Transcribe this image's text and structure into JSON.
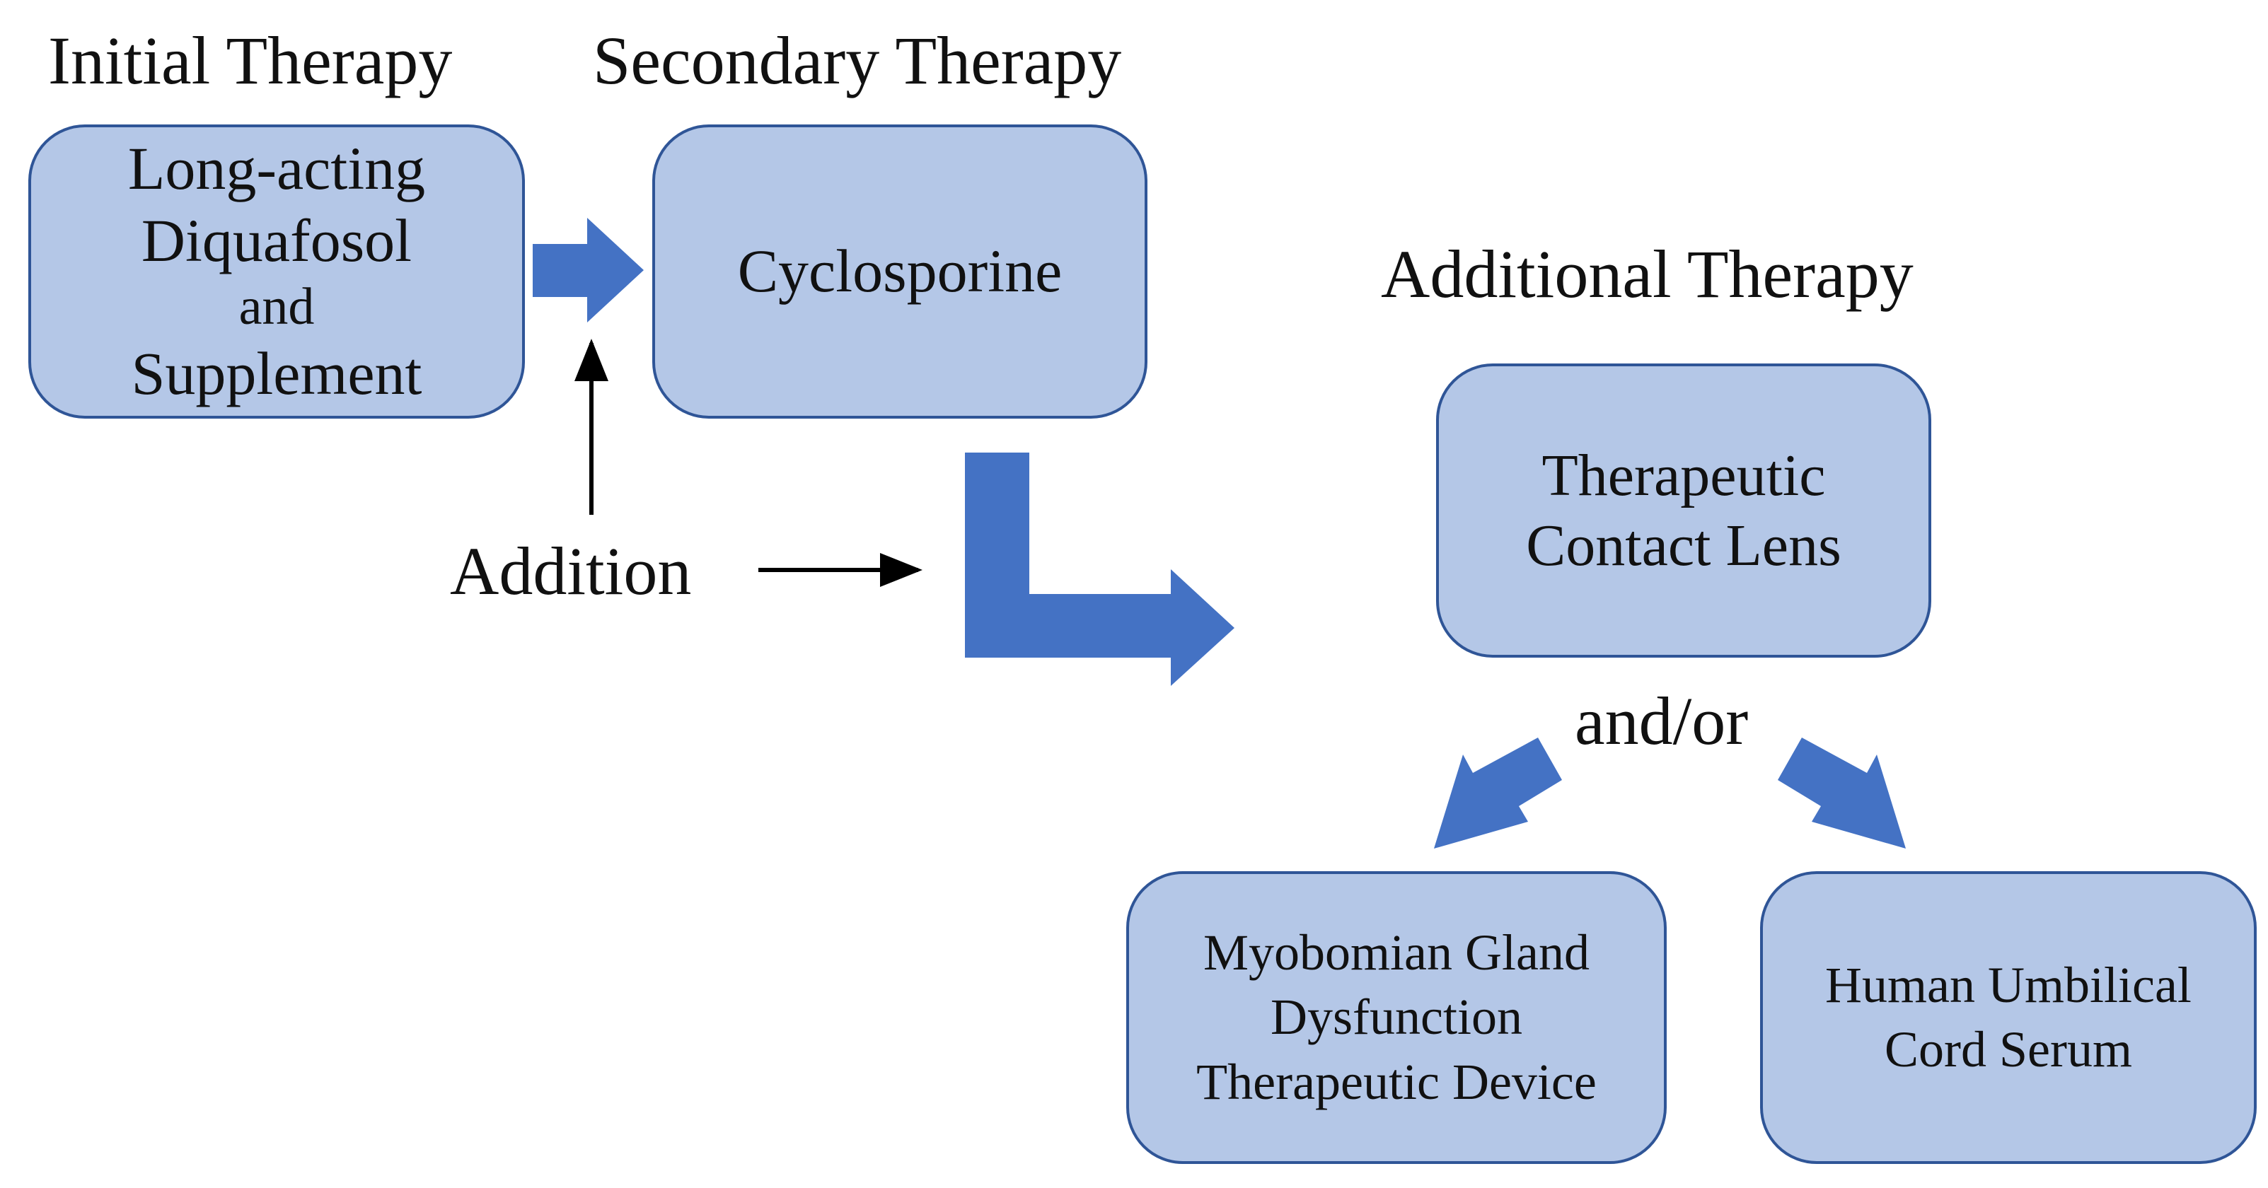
{
  "headings": {
    "initial": "Initial Therapy",
    "secondary": "Secondary Therapy",
    "additional": "Additional Therapy"
  },
  "boxes": {
    "initial": {
      "lines": [
        "Long-acting",
        "Diquafosol",
        "and",
        "Supplement"
      ]
    },
    "secondary": {
      "lines": [
        "Cyclosporine"
      ]
    },
    "contact_lens": {
      "lines": [
        "Therapeutic",
        "Contact Lens"
      ]
    },
    "mgd_device": {
      "lines": [
        "Myobomian Gland",
        "Dysfunction",
        "Therapeutic Device"
      ]
    },
    "cord_serum": {
      "lines": [
        "Human Umbilical",
        "Cord Serum"
      ]
    }
  },
  "labels": {
    "addition": "Addition",
    "and_or": "and/or"
  },
  "colors": {
    "box_fill": "#b4c7e7",
    "box_border": "#2f5597",
    "block_arrow": "#4472c4",
    "thin_arrow": "#000000"
  }
}
